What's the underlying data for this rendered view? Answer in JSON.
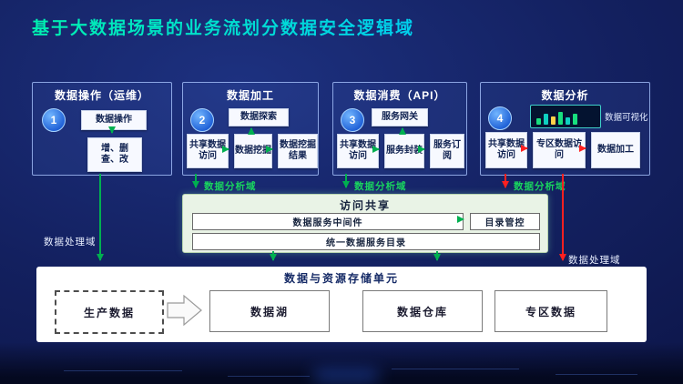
{
  "title": "基于大数据场景的业务流划分数据安全逻辑域",
  "panel1": {
    "num": "1",
    "title": "数据操作（运维）",
    "op": "数据操作",
    "crud1": "增、删",
    "crud2": "查、改"
  },
  "panel2": {
    "num": "2",
    "title": "数据加工",
    "explore": "数据探索",
    "shared_access": "共享数据访问",
    "mining": "数据挖掘",
    "mining_result": "数据挖掘结果"
  },
  "panel3": {
    "num": "3",
    "title": "数据消费（API）",
    "gateway": "服务网关",
    "shared_access": "共享数据访问",
    "packaging": "服务封装",
    "subscription": "服务订阅"
  },
  "panel4": {
    "num": "4",
    "title": "数据分析",
    "viz_label": "数据可视化",
    "shared_access": "共享数据访问",
    "zone_access": "专区数据访问",
    "processing": "数据加工"
  },
  "domain_labels": {
    "analysis": "数据分析域",
    "processing_left": "数据处理域",
    "processing_right": "数据处理域"
  },
  "share_box": {
    "title": "访问共享",
    "middleware": "数据服务中间件",
    "catalog_control": "目录管控",
    "unified_catalog": "统一数据服务目录"
  },
  "storage": {
    "title": "数据与资源存储单元",
    "production": "生产数据",
    "lake": "数据湖",
    "warehouse": "数据仓库",
    "zone": "专区数据"
  },
  "colors": {
    "arrow_green": "#00b050",
    "arrow_red": "#ff2020",
    "title_accent": "#00dcc8",
    "analysis_label_green": "#19d45f"
  }
}
